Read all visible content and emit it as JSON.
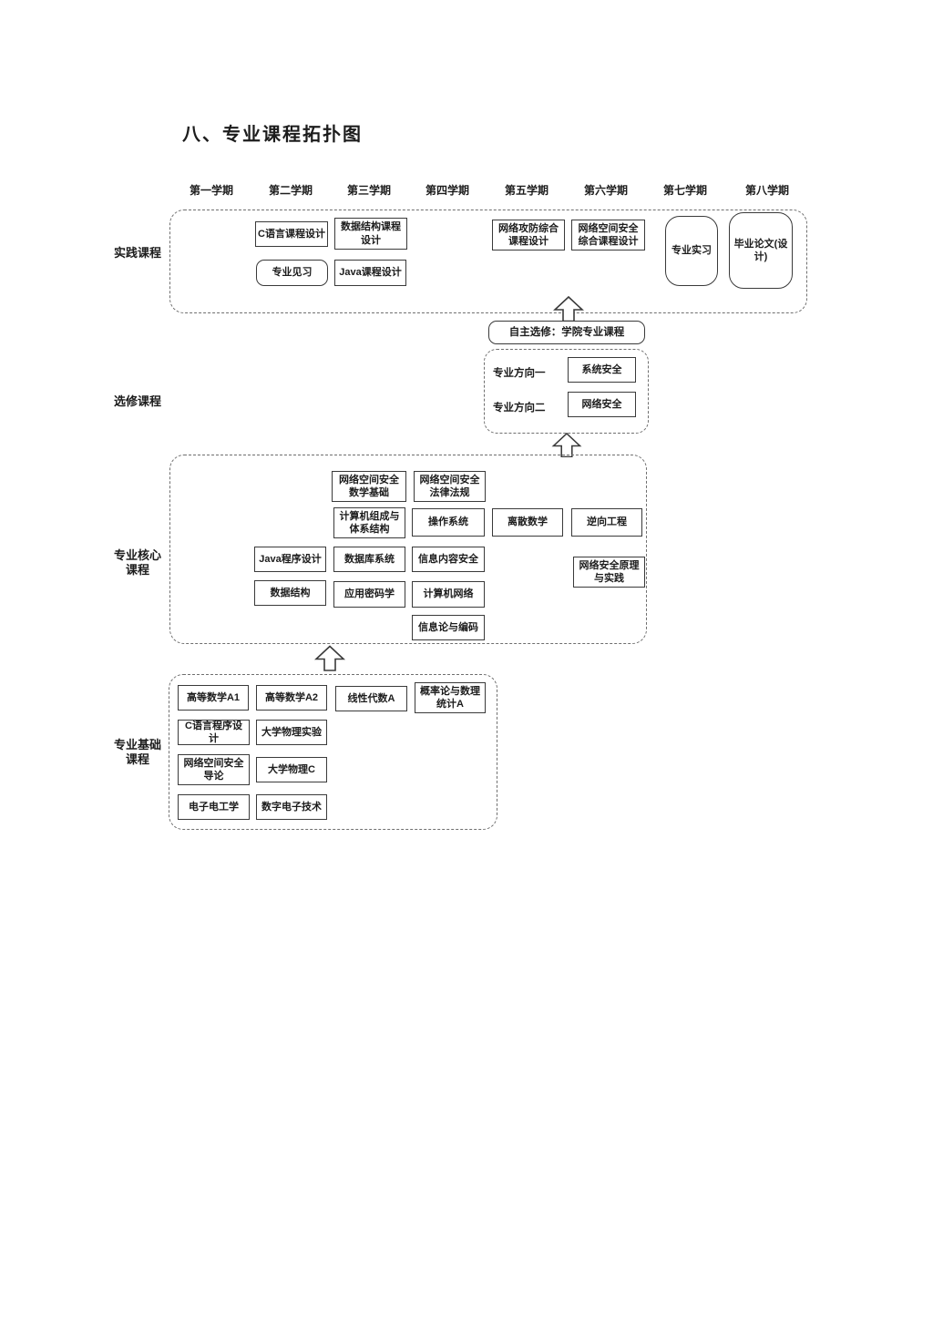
{
  "title": "八、专业课程拓扑图",
  "semesters": [
    "第一学期",
    "第二学期",
    "第三学期",
    "第四学期",
    "第五学期",
    "第六学期",
    "第七学期",
    "第八学期"
  ],
  "sections": {
    "practice": {
      "label": "实践课程",
      "courses": {
        "c_design": "C语言课程设计",
        "ds_design": "数据结构课程设计",
        "internship_observe": "专业见习",
        "java_design": "Java课程设计",
        "attack_defense": "网络攻防综合课程设计",
        "cyber_comprehensive": "网络空间安全综合课程设计",
        "internship": "专业实习",
        "thesis": "毕业论文(设计)"
      }
    },
    "elective": {
      "label": "选修课程",
      "free_elective": "自主选修：学院专业课程",
      "direction1_label": "专业方向一",
      "direction1_course": "系统安全",
      "direction2_label": "专业方向二",
      "direction2_course": "网络安全"
    },
    "core": {
      "label_line1": "专业核心",
      "label_line2": "课程",
      "courses": {
        "math_foundation": "网络空间安全数学基础",
        "law": "网络空间安全法律法规",
        "computer_arch": "计算机组成与体系结构",
        "os": "操作系统",
        "discrete_math": "离散数学",
        "reverse_engineering": "逆向工程",
        "java": "Java程序设计",
        "database": "数据库系统",
        "content_security": "信息内容安全",
        "netsec_principle": "网络安全原理与实践",
        "data_structure": "数据结构",
        "applied_crypto": "应用密码学",
        "computer_network": "计算机网络",
        "info_theory": "信息论与编码"
      }
    },
    "basic": {
      "label_line1": "专业基础",
      "label_line2": "课程",
      "courses": {
        "math_a1": "高等数学A1",
        "math_a2": "高等数学A2",
        "linear_algebra": "线性代数A",
        "probability": "概率论与数理统计A",
        "c_language": "C语言程序设计",
        "physics_lab": "大学物理实验",
        "cyber_intro": "网络空间安全导论",
        "physics_c": "大学物理C",
        "electronics": "电子电工学",
        "digital_electronics": "数字电子技术"
      }
    }
  }
}
